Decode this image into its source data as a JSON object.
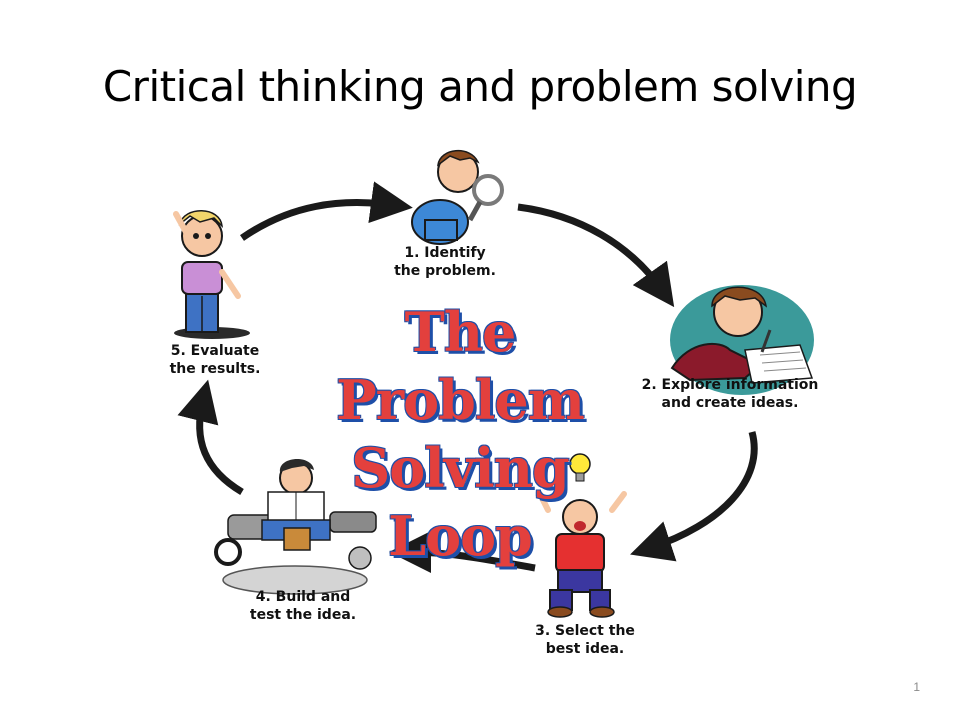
{
  "slide": {
    "title": "Critical thinking and problem solving",
    "page_number": "1"
  },
  "diagram": {
    "center_title_line1": "The Problem",
    "center_title_line2": "Solving Loop",
    "steps": [
      {
        "line1": "1. Identify",
        "line2": "the problem."
      },
      {
        "line1": "2. Explore information",
        "line2": "and create ideas."
      },
      {
        "line1": "3. Select the",
        "line2": "best idea."
      },
      {
        "line1": "4. Build and",
        "line2": "test the idea."
      },
      {
        "line1": "5. Evaluate",
        "line2": "the results."
      }
    ],
    "colors": {
      "title_red": "#e3403d",
      "title_outline_blue": "#1e4fa8",
      "arrow": "#1a1a1a"
    }
  }
}
